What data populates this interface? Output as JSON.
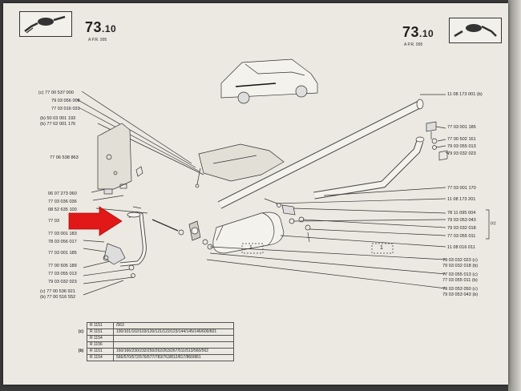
{
  "header": {
    "left_code": "73",
    "left_sub": ".10",
    "left_small": "A      P.R. 995",
    "right_code": "73",
    "right_sub": ".10",
    "right_small": "A      P.R. 995"
  },
  "left_labels": [
    "(c) 77 00 537 000",
    "79 03 056 008",
    "77 03 016 031",
    "(b) 50 03 001 193",
    "(b) 77 02 001 176",
    "77 06 538 863",
    "06 07 273 060",
    "77 03 036 036",
    "08 52 635 100",
    "77 03",
    "77 03 001 183",
    "78 03 056 017",
    "77 03 001 185",
    "77 00 505 189",
    "77 03 055 013",
    "79 03 032 023",
    "(c) 77 00 536 921",
    "(b) 77 00 516 552"
  ],
  "right_labels": [
    "11 08 173 001 (b)",
    "77 03 001 185",
    "77 00 502 161",
    "79 03 055 013",
    "79 03 032 023",
    "77 03 001 170",
    "11 08 173 201",
    "78 11 095 004",
    "79 03 053 043",
    "79 03 032 018",
    "77 03 055 011",
    "11 08 016 011",
    "79 03 032 023 (c)",
    "79 03 032 018 (b)",
    "77 03 055 013 (c)",
    "77 03 055 011 (b)",
    "79 03 053 050 (c)",
    "79 03 053 043 (b)"
  ],
  "bracket_note": "(c)",
  "box_marks": [
    "1",
    "1"
  ],
  "table": {
    "rows": [
      {
        "key": "",
        "model": "R 1151",
        "value": "/563"
      },
      {
        "key": "(c)",
        "model": "R 1151",
        "value": "100/101/102/103/120/121/122/123/144/145/146/600/601"
      },
      {
        "key": "",
        "model": "R 1154",
        "value": ""
      },
      {
        "key": "",
        "model": "R 1156",
        "value": ""
      },
      {
        "key": "(b)",
        "model": "R 1151",
        "value": "160/166/230/232/250/262/263/267/511/513/560/562"
      },
      {
        "key": "",
        "model": "R 1154",
        "value": "566/570/572/576/577/783/763/812/817/860/861"
      }
    ]
  },
  "colors": {
    "arrow": "#e01818",
    "paper": "#ece9e2",
    "ink": "#222222"
  }
}
